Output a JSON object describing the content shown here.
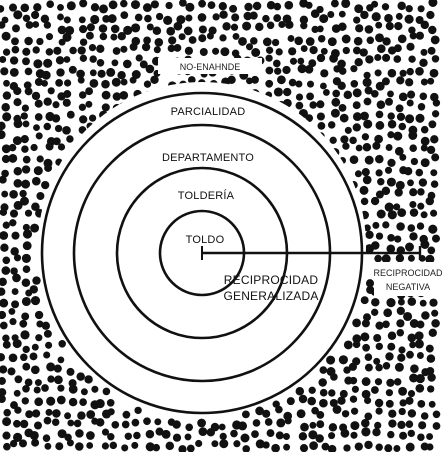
{
  "diagram": {
    "labels": {
      "outer_top": "NO-ENAHNDE",
      "ring4": "PARCIALIDAD",
      "ring3": "DEPARTAMENTO",
      "ring2": "TOLDERÍA",
      "ring1": "TOLDO",
      "center_line1": "RECIPROCIDAD",
      "center_line2": "GENERALIZADA",
      "right_line1": "RECIPROCIDAD",
      "right_line2": "NEGATIVA"
    },
    "colors": {
      "ink": "#111111",
      "background": "#ffffff"
    }
  }
}
